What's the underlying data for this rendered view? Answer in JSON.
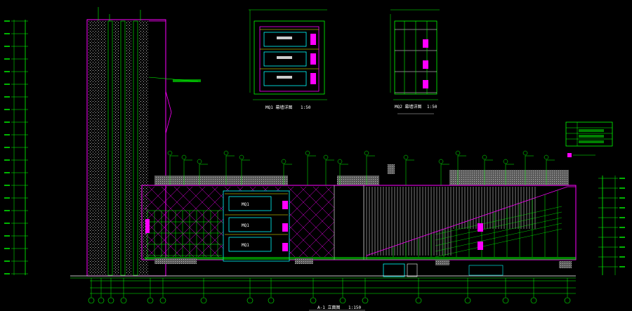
{
  "drawing": {
    "detail1": {
      "title": "MQ1 幕墙详图",
      "scale": "1:50"
    },
    "detail2": {
      "title": "MQ2 幕墙详图",
      "scale": "1:50"
    },
    "main": {
      "title": "A-1 立面图",
      "scale": "1:150"
    },
    "band_labels": [
      "MQ1",
      "MQ1",
      "MQ1"
    ],
    "colors": {
      "background": "#000000",
      "magenta": "#ff00ff",
      "green": "#00ff00",
      "cyan": "#00ffff",
      "white": "#ffffff",
      "yellow": "#ffff00",
      "gray": "#a0a0a0",
      "red": "#ff3030"
    }
  }
}
